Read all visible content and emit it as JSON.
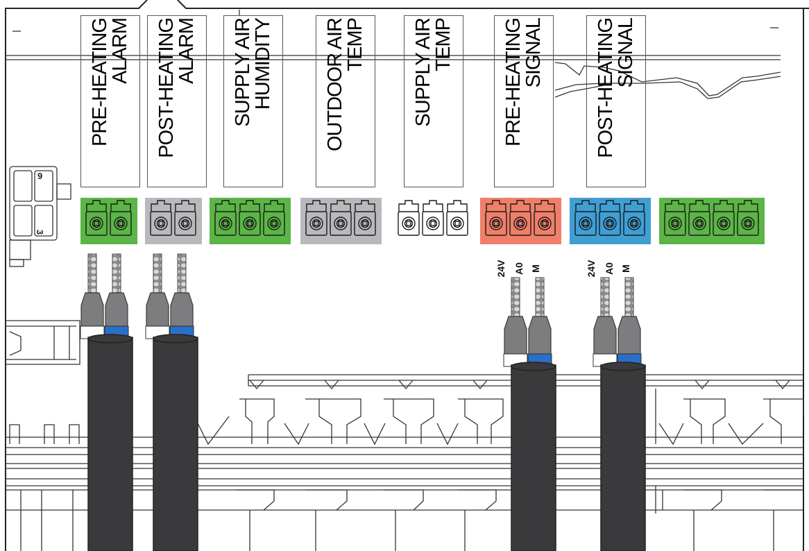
{
  "labels": [
    {
      "line1": "PRE-HEATING",
      "line2": "ALARM",
      "active": true
    },
    {
      "line1": "POST-HEATING",
      "line2": "ALARM",
      "active": true
    },
    {
      "line1": "SUPPLY AIR",
      "line2": "HUMIDITY",
      "active": false
    },
    {
      "line1": "OUTDOOR AIR",
      "line2": "TEMP",
      "active": false
    },
    {
      "line1": "SUPPLY AIR",
      "line2": "TEMP",
      "active": false
    },
    {
      "line1": "PRE-HEATING",
      "line2": "SIGNAL",
      "active": true
    },
    {
      "line1": "POST-HEATING",
      "line2": "SIGNAL",
      "active": true
    }
  ],
  "terminal_blocks": [
    {
      "pins": 2,
      "color": "#5cb547"
    },
    {
      "pins": 2,
      "color": "#b9b9bd"
    },
    {
      "pins": 3,
      "color": "#5cb547"
    },
    {
      "pins": 3,
      "color": "#b9b9bd"
    },
    {
      "pins": 3,
      "color": "#ffffff"
    },
    {
      "pins": 3,
      "color": "#f07f69"
    },
    {
      "pins": 3,
      "color": "#3f9fd4"
    },
    {
      "pins": 4,
      "color": "#5cb547"
    }
  ],
  "pin_labels": {
    "pre_heating_signal": [
      "24V",
      "A0",
      "M"
    ],
    "post_heating_signal": [
      "24V",
      "A0",
      "M"
    ]
  },
  "connector_markings": [
    "6",
    "3"
  ],
  "colors": {
    "cable": "#3a3a3c",
    "ferrule": "#7d7d7f",
    "wire_blue": "#2a6fc9",
    "line": "#222222"
  }
}
